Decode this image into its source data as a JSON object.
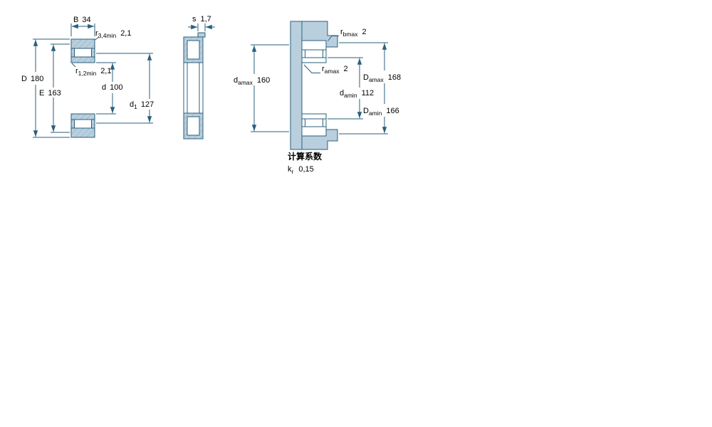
{
  "figures": {
    "fig1": {
      "name": "bearing cross-section",
      "dims": {
        "B": {
          "label": "B",
          "value": "34"
        },
        "r34": {
          "base": "r",
          "sub": "3,4min",
          "value": "2,1"
        },
        "r12": {
          "base": "r",
          "sub": "1,2min",
          "value": "2,1"
        },
        "D": {
          "label": "D",
          "value": "180"
        },
        "E": {
          "label": "E",
          "value": "163"
        },
        "d": {
          "label": "d",
          "value": "100"
        },
        "d1": {
          "base": "d",
          "sub": "1",
          "value": "127"
        }
      }
    },
    "fig2": {
      "name": "bearing side view",
      "dims": {
        "s": {
          "label": "s",
          "value": "1,7"
        }
      }
    },
    "fig3": {
      "name": "abutment and fillet dimensions",
      "dims": {
        "rb": {
          "base": "r",
          "sub": "bmax",
          "value": "2"
        },
        "ra": {
          "base": "r",
          "sub": "amax",
          "value": "2"
        },
        "da_max": {
          "base": "d",
          "sub": "amax",
          "value": "160"
        },
        "da_min": {
          "base": "d",
          "sub": "amin",
          "value": "112"
        },
        "Da_max": {
          "base": "D",
          "sub": "amax",
          "value": "168"
        },
        "Da_min": {
          "base": "D",
          "sub": "amin",
          "value": "166"
        }
      }
    }
  },
  "calculation": {
    "title": "计算系数",
    "kr": {
      "base": "k",
      "sub": "r",
      "value": "0,15"
    }
  },
  "colors": {
    "line": "#2a5f7e",
    "fill": "#b9cfdd",
    "text": "#000000"
  }
}
